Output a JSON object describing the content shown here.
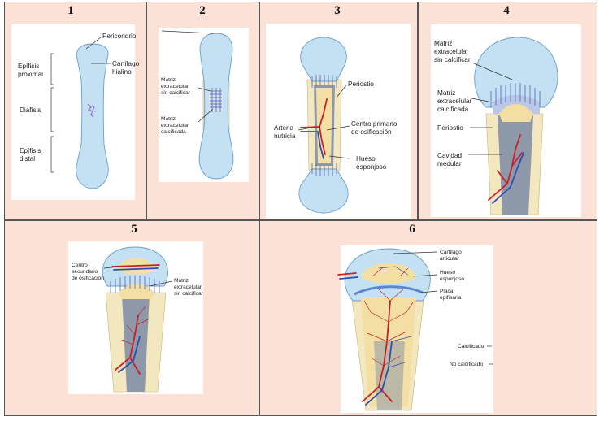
{
  "panels": [
    {
      "number": "1",
      "labels": {
        "perichondrium": "Pericondrio",
        "hyaline_cartilage": "Cartílago hialino",
        "proximal_epiphysis": "Epífisis proximal",
        "diaphysis": "Diáfisis",
        "distal_epiphysis": "Epífisis distal"
      }
    },
    {
      "number": "2",
      "labels": {
        "uncalcified_matrix": "Matriz extracelular sin calcificar",
        "calcified_matrix": "Matriz extracelular calcificada"
      }
    },
    {
      "number": "3",
      "labels": {
        "periosteum": "Periostio",
        "nutrient_artery": "Arteria nutricia",
        "primary_ossification_center": "Centro primario de osificación",
        "spongy_bone": "Hueso esponjoso"
      }
    },
    {
      "number": "4",
      "labels": {
        "uncalcified_matrix": "Matriz extracelular sin calcificar",
        "calcified_matrix": "Matriz extracelular calcificada",
        "periosteum": "Periostio",
        "medullary_cavity": "Cavidad medular"
      }
    },
    {
      "number": "5",
      "labels": {
        "secondary_ossification_center": "Centro secundario de osificación",
        "uncalcified_matrix": "Matriz extracelular sin calcificar"
      }
    },
    {
      "number": "6",
      "labels": {
        "articular_cartilage": "Cartílago articular",
        "spongy_bone": "Hueso esponjoso",
        "epiphyseal_plate": "Placa epifisaria",
        "calcified": "Calcificado",
        "not_calcified": "No calcificado"
      }
    }
  ],
  "colors": {
    "panel_background": "#fbe1d6",
    "cartilage": "#a9d2ee",
    "periosteum": "#f2e7bf",
    "artery": "#c8202a",
    "vein": "#2d4db0",
    "medullary_cavity": "#8d98a8",
    "matrix": "#5362b8"
  }
}
